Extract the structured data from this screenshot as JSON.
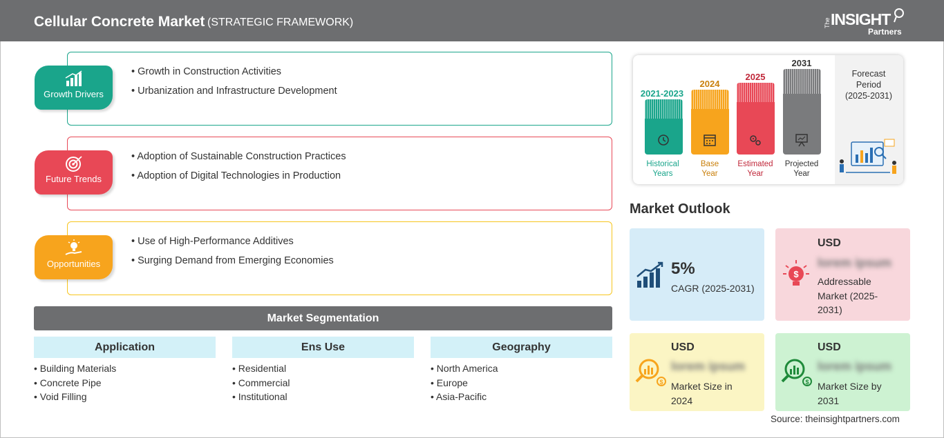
{
  "header": {
    "title": "Cellular Concrete Market",
    "subtitle": "(STRATEGIC FRAMEWORK)",
    "logo": {
      "the": "The",
      "insight": "INSIGHT",
      "partners": "Partners"
    }
  },
  "framework": [
    {
      "label": "Growth Drivers",
      "color": "#1aa58b",
      "icon": "growth-chart-icon",
      "items": [
        "Growth in Construction Activities",
        "Urbanization and Infrastructure Development"
      ]
    },
    {
      "label": "Future Trends",
      "color": "#e84856",
      "icon": "target-icon",
      "items": [
        "Adoption of Sustainable Construction Practices",
        "Adoption of Digital Technologies in Production"
      ]
    },
    {
      "label": "Opportunities",
      "color": "#f7a41d",
      "icon": "lightbulb-hand-icon",
      "items": [
        "Use of High-Performance Additives",
        "Surging Demand from Emerging Economies"
      ]
    }
  ],
  "segmentation": {
    "title": "Market Segmentation",
    "columns": [
      {
        "header": "Application",
        "items": [
          "Building Materials",
          "Concrete Pipe",
          "Void Filling"
        ]
      },
      {
        "header": "Ens Use",
        "items": [
          "Residential",
          "Commercial",
          "Institutional"
        ]
      },
      {
        "header": "Geography",
        "items": [
          "North America",
          "Europe",
          "Asia-Pacific"
        ]
      }
    ]
  },
  "timeline": {
    "bars": [
      {
        "year": "2021-2023",
        "label_line1": "Historical",
        "label_line2": "Years",
        "color": "#1aa58b",
        "year_color": "#1aa58b",
        "icon": "history-icon"
      },
      {
        "year": "2024",
        "label_line1": "Base",
        "label_line2": "Year",
        "color": "#f7a41d",
        "year_color": "#c97f0a",
        "icon": "calendar-icon"
      },
      {
        "year": "2025",
        "label_line1": "Estimated",
        "label_line2": "Year",
        "color": "#e84856",
        "year_color": "#c0283a",
        "icon": "gears-icon"
      },
      {
        "year": "2031",
        "label_line1": "Projected",
        "label_line2": "Year",
        "color": "#7a7b7d",
        "year_color": "#333333",
        "icon": "presentation-icon"
      }
    ],
    "forecast": {
      "line1": "Forecast",
      "line2": "Period",
      "line3": "(2025-2031)"
    }
  },
  "outlook": {
    "title": "Market Outlook",
    "cagr": {
      "value": "5%",
      "label": "CAGR (2025-2031)",
      "bg": "#d6ecf8"
    },
    "addressable": {
      "currency": "USD",
      "value": "lorem ipsum",
      "label_line1": "Addressable",
      "label_line2": "Market (2025-",
      "label_line3": "2031)",
      "bg": "#f8d7dc"
    },
    "size2024": {
      "currency": "USD",
      "value": "lorem ipsum",
      "label_line1": "Market Size in",
      "label_line2": "2024",
      "bg": "#fbf5c4"
    },
    "size2031": {
      "currency": "USD",
      "value": "lorem ipsum",
      "label_line1": "Market Size by",
      "label_line2": "2031",
      "bg": "#cdf2d2"
    }
  },
  "source": "Source: theinsightpartners.com"
}
